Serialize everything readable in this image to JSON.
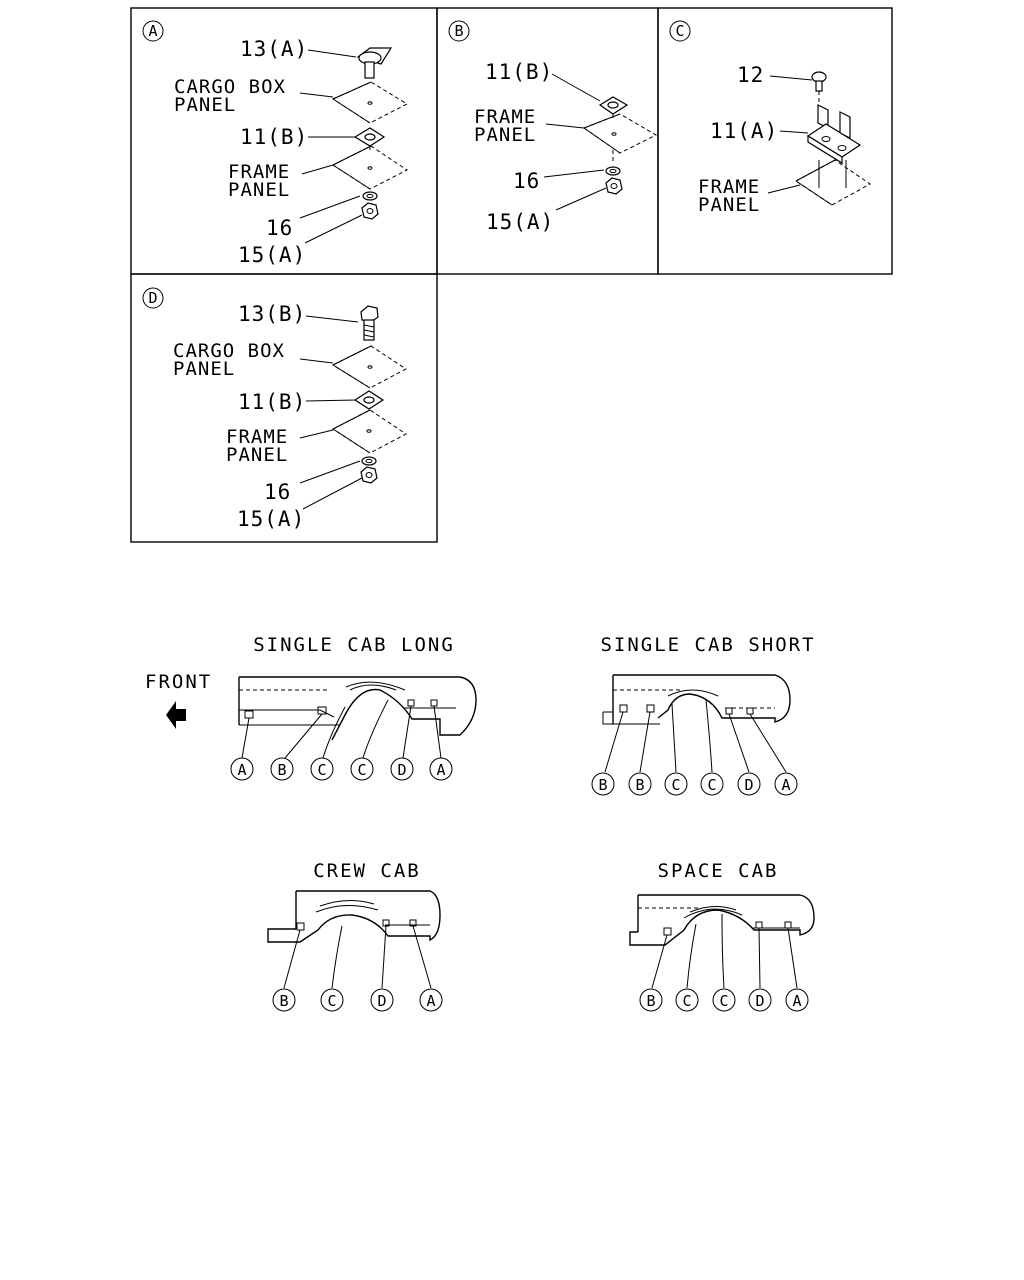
{
  "panels": [
    {
      "key": "A",
      "labels": [
        "13(A)",
        "CARGO BOX",
        "PANEL",
        "11(B)",
        "FRAME",
        "PANEL",
        "16",
        "15(A)"
      ]
    },
    {
      "key": "B",
      "labels": [
        "11(B)",
        "FRAME",
        "PANEL",
        "16",
        "15(A)"
      ]
    },
    {
      "key": "C",
      "labels": [
        "12",
        "11(A)",
        "FRAME",
        "PANEL"
      ]
    },
    {
      "key": "D",
      "labels": [
        "13(B)",
        "CARGO BOX",
        "PANEL",
        "11(B)",
        "FRAME",
        "PANEL",
        "16",
        "15(A)"
      ]
    }
  ],
  "front_label": "FRONT",
  "cabs": [
    {
      "title": "SINGLE CAB LONG",
      "callouts": [
        "A",
        "B",
        "C",
        "C",
        "D",
        "A"
      ]
    },
    {
      "title": "SINGLE CAB SHORT",
      "callouts": [
        "B",
        "B",
        "C",
        "C",
        "D",
        "A"
      ]
    },
    {
      "title": "CREW CAB",
      "callouts": [
        "B",
        "C",
        "D",
        "A"
      ]
    },
    {
      "title": "SPACE CAB",
      "callouts": [
        "B",
        "C",
        "C",
        "D",
        "A"
      ]
    }
  ]
}
